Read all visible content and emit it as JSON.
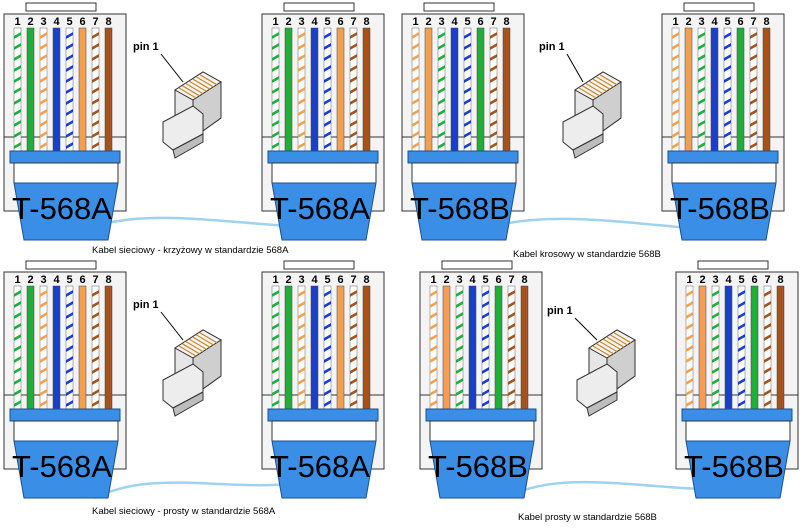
{
  "colors": {
    "white": "#ffffff",
    "orange": "#f2a050",
    "green": "#1fae3a",
    "blue": "#1a3fcf",
    "brown": "#a5521b",
    "boot": "#3a8ee6",
    "cable": "#9fd2ef",
    "plug_body": "#f4f4f4"
  },
  "wiring": {
    "T568A": {
      "label": "T-568A",
      "wires": [
        {
          "pin": "1",
          "color": "green",
          "striped": true
        },
        {
          "pin": "2",
          "color": "green",
          "striped": false
        },
        {
          "pin": "3",
          "color": "orange",
          "striped": true
        },
        {
          "pin": "4",
          "color": "blue",
          "striped": false
        },
        {
          "pin": "5",
          "color": "blue",
          "striped": true
        },
        {
          "pin": "6",
          "color": "orange",
          "striped": false
        },
        {
          "pin": "7",
          "color": "brown",
          "striped": true
        },
        {
          "pin": "8",
          "color": "brown",
          "striped": false
        }
      ]
    },
    "T568B": {
      "label": "T-568B",
      "wires": [
        {
          "pin": "1",
          "color": "orange",
          "striped": true
        },
        {
          "pin": "2",
          "color": "orange",
          "striped": false
        },
        {
          "pin": "3",
          "color": "green",
          "striped": true
        },
        {
          "pin": "4",
          "color": "blue",
          "striped": false
        },
        {
          "pin": "5",
          "color": "blue",
          "striped": true
        },
        {
          "pin": "6",
          "color": "green",
          "striped": false
        },
        {
          "pin": "7",
          "color": "brown",
          "striped": true
        },
        {
          "pin": "8",
          "color": "brown",
          "striped": false
        }
      ]
    }
  },
  "pin1_label": "pin 1",
  "panels": [
    {
      "id": "top-left",
      "left_std": "T568A",
      "right_std": "T568A",
      "caption": "Kabel sieciowy - krzyżowy w standardzie 568A"
    },
    {
      "id": "top-right",
      "left_std": "T568B",
      "right_std": "T568B",
      "caption": "Kabel krosowy w standardzie 568B"
    },
    {
      "id": "bottom-left",
      "left_std": "T568A",
      "right_std": "T568A",
      "caption": "Kabel sieciowy - prosty w standardzie 568A"
    },
    {
      "id": "bottom-right",
      "left_std": "T568B",
      "right_std": "T568B",
      "caption": "Kabel prosty w standardzie 568B"
    }
  ]
}
